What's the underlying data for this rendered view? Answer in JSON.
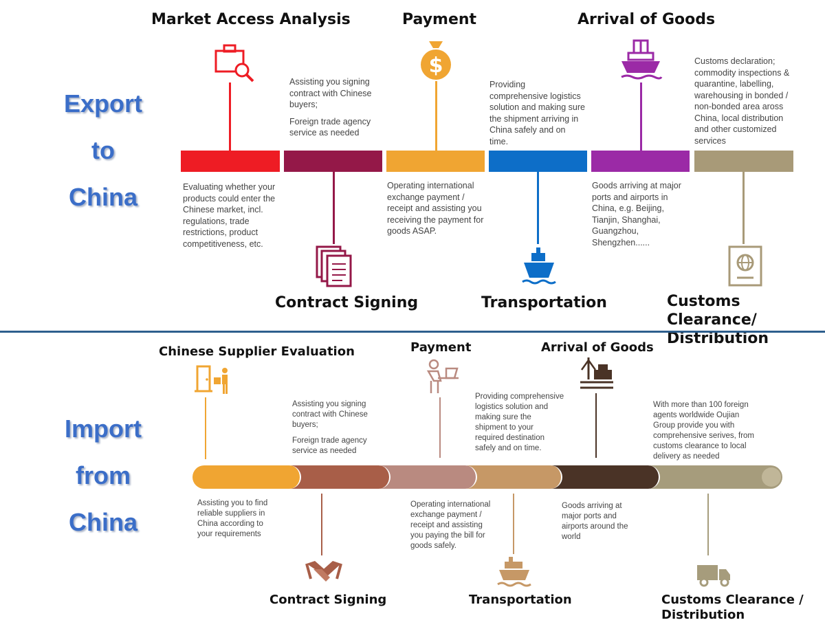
{
  "export": {
    "side_label": [
      "Export",
      "to",
      "China"
    ],
    "steps": [
      {
        "title": "Market Access Analysis",
        "desc": [
          "Evaluating whether your products could enter the Chinese market, incl. regulations, trade restrictions, product competitiveness, etc."
        ],
        "color": "#ee1c24",
        "icon": "briefcase-search-icon"
      },
      {
        "title": "Contract Signing",
        "desc": [
          "Assisting you signing contract with Chinese buyers;",
          "Foreign trade agency service as needed"
        ],
        "color": "#941848",
        "icon": "documents-icon"
      },
      {
        "title": "Payment",
        "desc": [
          "Operating  international exchange payment / receipt and assisting you receiving the payment for goods ASAP."
        ],
        "color": "#f0a532",
        "icon": "money-bag-icon"
      },
      {
        "title": "Transportation",
        "desc": [
          "Providing comprehensive logistics solution and making sure the shipment arriving in China safely and on time."
        ],
        "color": "#0d6ec8",
        "icon": "ship-icon"
      },
      {
        "title": "Arrival of Goods",
        "desc": [
          "Goods arriving at major ports and airports in China, e.g. Beijing, Tianjin, Shanghai, Guangzhou, Shengzhen......"
        ],
        "color": "#9b2aa6",
        "icon": "cargo-ship-icon"
      },
      {
        "title": "Customs Clearance/ Distribution",
        "desc": [
          "Customs declaration; commodity inspections & quarantine, labelling, warehousing in bonded / non-bonded area aross China, local distribution and other customized services"
        ],
        "color": "#a89a78",
        "icon": "passport-icon"
      }
    ]
  },
  "import": {
    "side_label": [
      "Import",
      "from",
      "China"
    ],
    "steps": [
      {
        "title": "Chinese Supplier Evaluation",
        "desc": [
          "Assisting you to find reliable suppliers in China according to your requirements"
        ],
        "color": "#f0a532",
        "icon": "supplier-door-icon"
      },
      {
        "title": "Contract Signing",
        "desc": [
          "Assisting you signing contract with Chinese buyers;",
          "Foreign trade agency service as needed"
        ],
        "color": "#a85e48",
        "icon": "handshake-icon"
      },
      {
        "title": "Payment",
        "desc": [
          "Operating international exchange payment / receipt and assisting you paying the bill for goods safely."
        ],
        "color": "#b98a80",
        "icon": "person-computer-icon"
      },
      {
        "title": "Transportation",
        "desc": [
          "Providing comprehensive logistics solution and making sure the shipment to your required destination safely and on time."
        ],
        "color": "#c69866",
        "icon": "ship-icon"
      },
      {
        "title": "Arrival of Goods",
        "desc": [
          "Goods arriving at major ports and airports around the world"
        ],
        "color": "#4a3326",
        "icon": "port-crane-icon"
      },
      {
        "title": "Customs Clearance / Distribution",
        "desc": [
          "With more than 100 foreign agents worldwide Oujian Group provide you with comprehensive serives, from customs clearance to local delivery as needed"
        ],
        "color": "#a69c7c",
        "icon": "truck-icon"
      }
    ]
  }
}
